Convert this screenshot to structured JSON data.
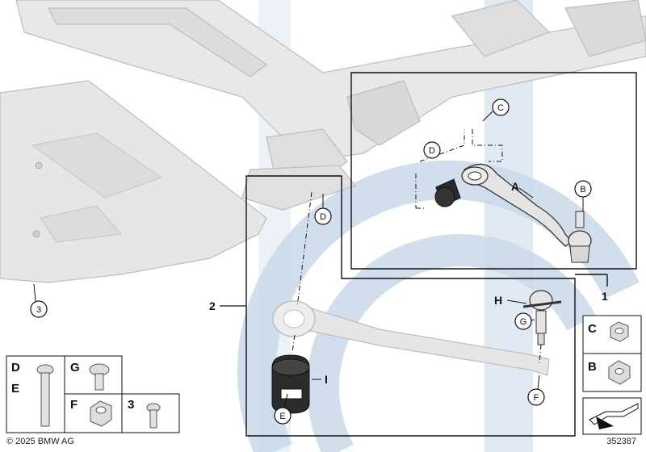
{
  "diagram": {
    "callouts": {
      "A": "A",
      "B": "B",
      "C": "C",
      "D": "D",
      "E": "E",
      "F": "F",
      "G": "G",
      "H": "H",
      "I": "I",
      "group1": "1",
      "group2": "2",
      "part3": "3"
    },
    "legend": {
      "row1_left_top": "D",
      "row1_left_bottom": "E",
      "row1_right": "G",
      "row2_left": "F",
      "row2_right": "3",
      "side_c": "C",
      "side_b": "B"
    },
    "colors": {
      "watermark_blue": "#c9d9ea",
      "part_gray": "#e6e6e6",
      "line": "#111111",
      "rubber": "#2b2b2b"
    }
  },
  "footer": {
    "copyright": "© 2025 BMW AG",
    "diagram_number": "352387"
  }
}
